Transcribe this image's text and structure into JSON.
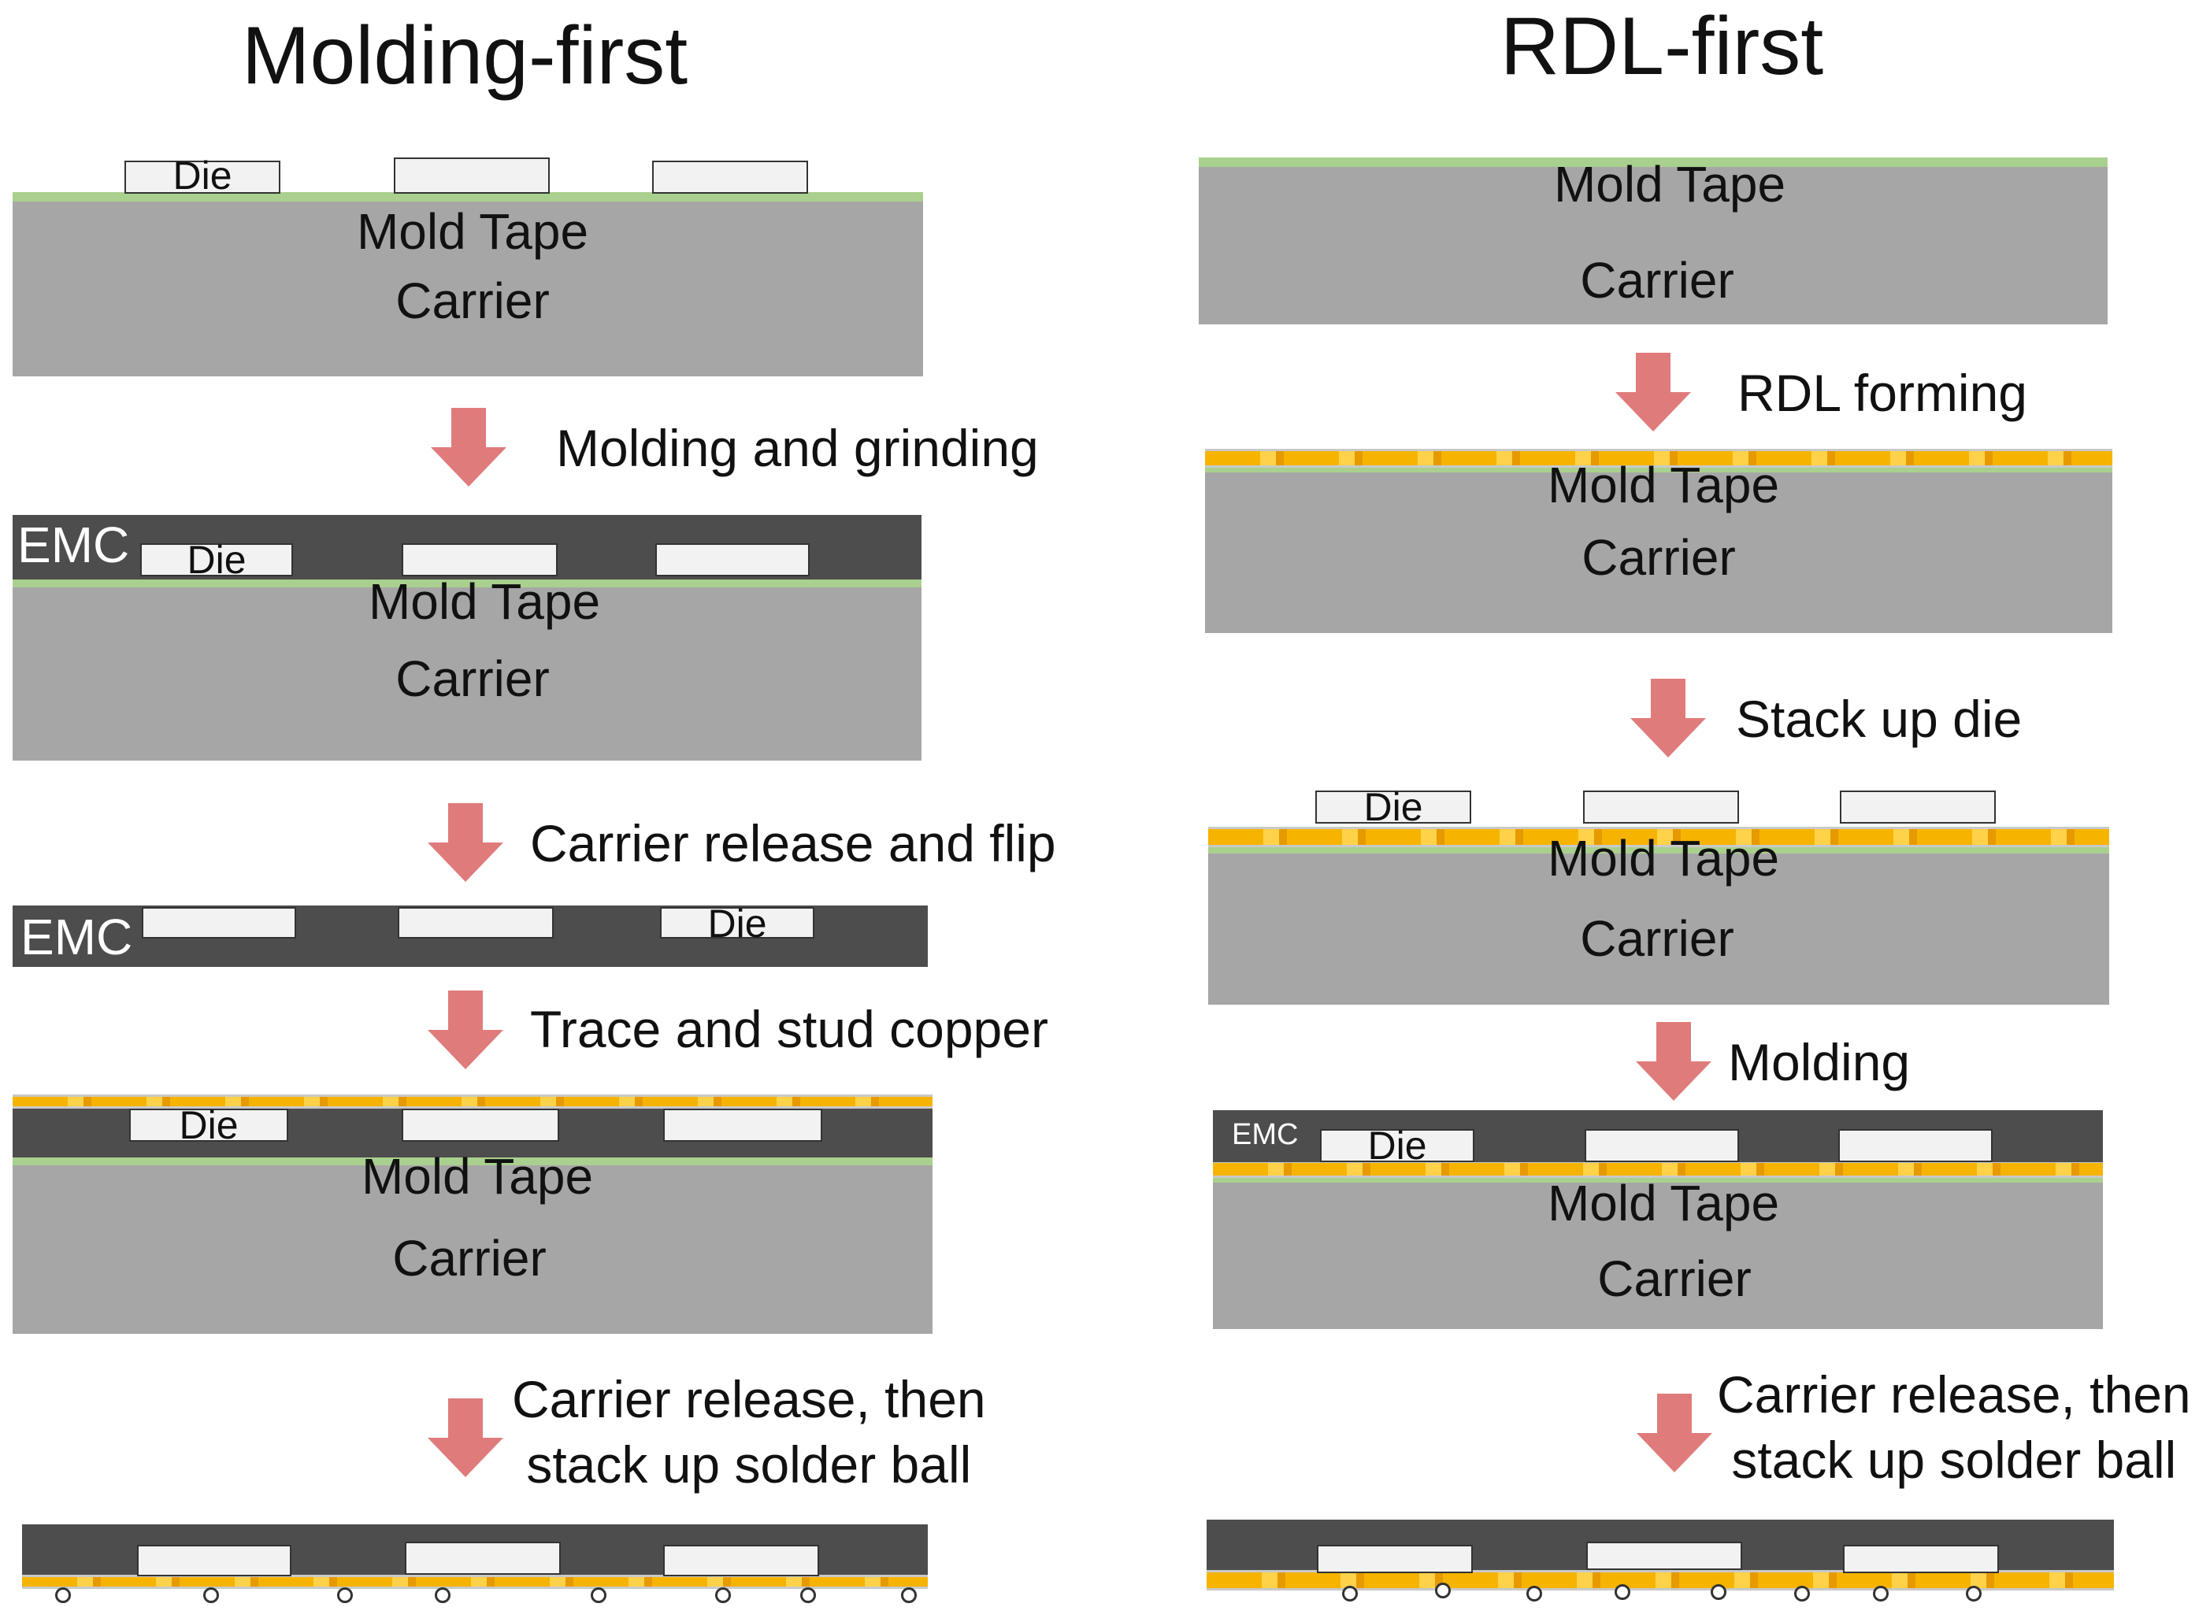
{
  "left": {
    "title": "Molding-first",
    "step1": "Molding and grinding",
    "step2": "Carrier release and flip",
    "step3": "Trace and stud copper",
    "step4": "Carrier release, then\nstack up solder ball",
    "die": "Die",
    "mold_tape": "Mold Tape",
    "carrier": "Carrier",
    "emc": "EMC"
  },
  "right": {
    "title": "RDL-first",
    "step1": "RDL forming",
    "step2": "Stack up die",
    "step3": "Molding",
    "step4": "Carrier release, then\nstack up solder ball",
    "die": "Die",
    "mold_tape": "Mold Tape",
    "carrier": "Carrier",
    "emc": "EMC"
  },
  "colors": {
    "carrier": "#a6a6a6",
    "mold_tape": "#a9d08e",
    "emc": "#4d4d4d",
    "copper": "#f6b400",
    "arrow": "#e07b7b"
  }
}
